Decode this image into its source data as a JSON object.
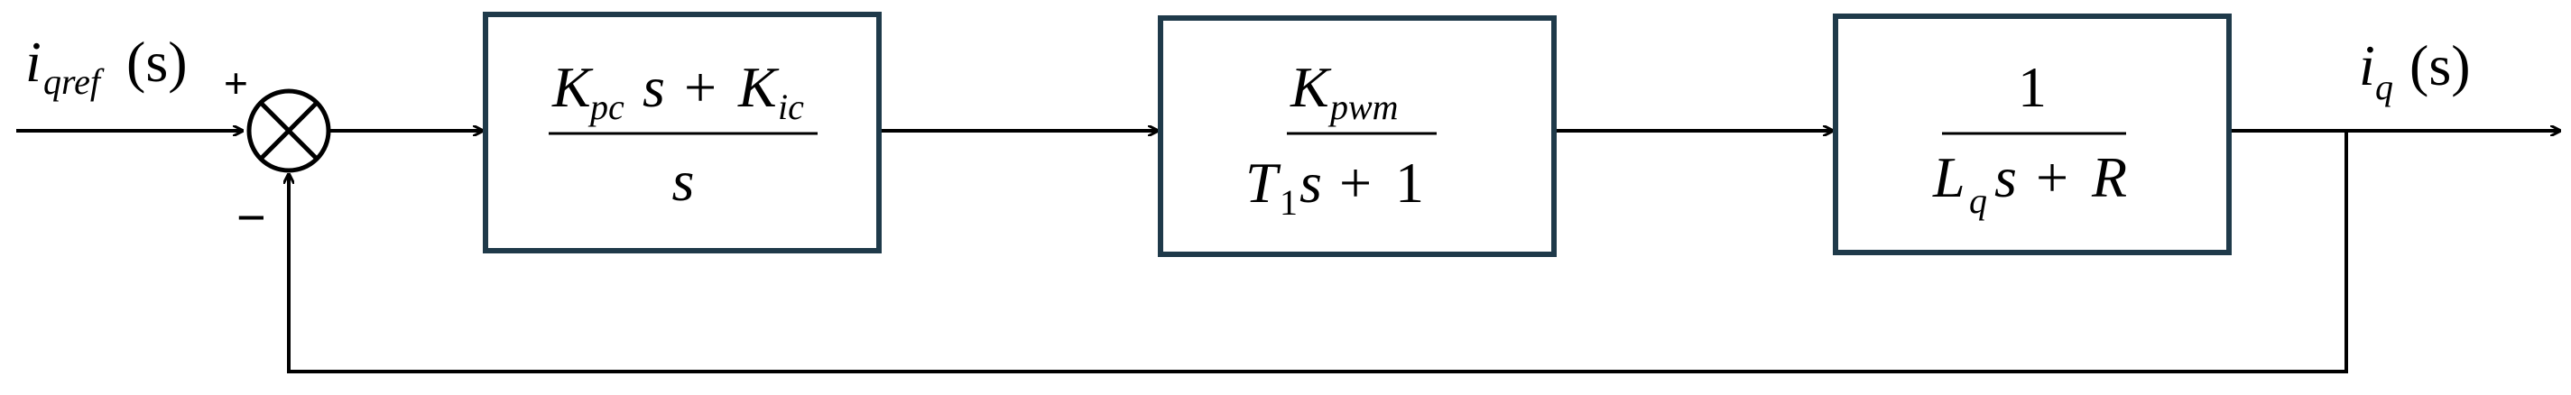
{
  "input_signal": {
    "i": "i",
    "sub": "qref",
    "arg": "(s)"
  },
  "output_signal": {
    "i": "i",
    "sub": "q",
    "arg": "(s)"
  },
  "summing_junction": {
    "plus": "+",
    "minus": "−"
  },
  "blocks": [
    {
      "id": "pi_controller",
      "numerator": {
        "K1": "K",
        "K1_sub": "pc",
        "s": "s",
        "plus": "+",
        "K2": "K",
        "K2_sub": "ic"
      },
      "denominator": "s"
    },
    {
      "id": "pwm",
      "numerator": {
        "K": "K",
        "K_sub": "pwm"
      },
      "denominator": {
        "T": "T",
        "T_sub": "1",
        "s": "s",
        "plus": "+",
        "one": "1"
      }
    },
    {
      "id": "plant",
      "numerator": "1",
      "denominator": {
        "L": "L",
        "L_sub": "q",
        "s": "s",
        "plus": "+",
        "R": "R"
      }
    }
  ],
  "colors": {
    "line": "#000000",
    "block_border": "#1f3a4a",
    "background": "#ffffff"
  }
}
